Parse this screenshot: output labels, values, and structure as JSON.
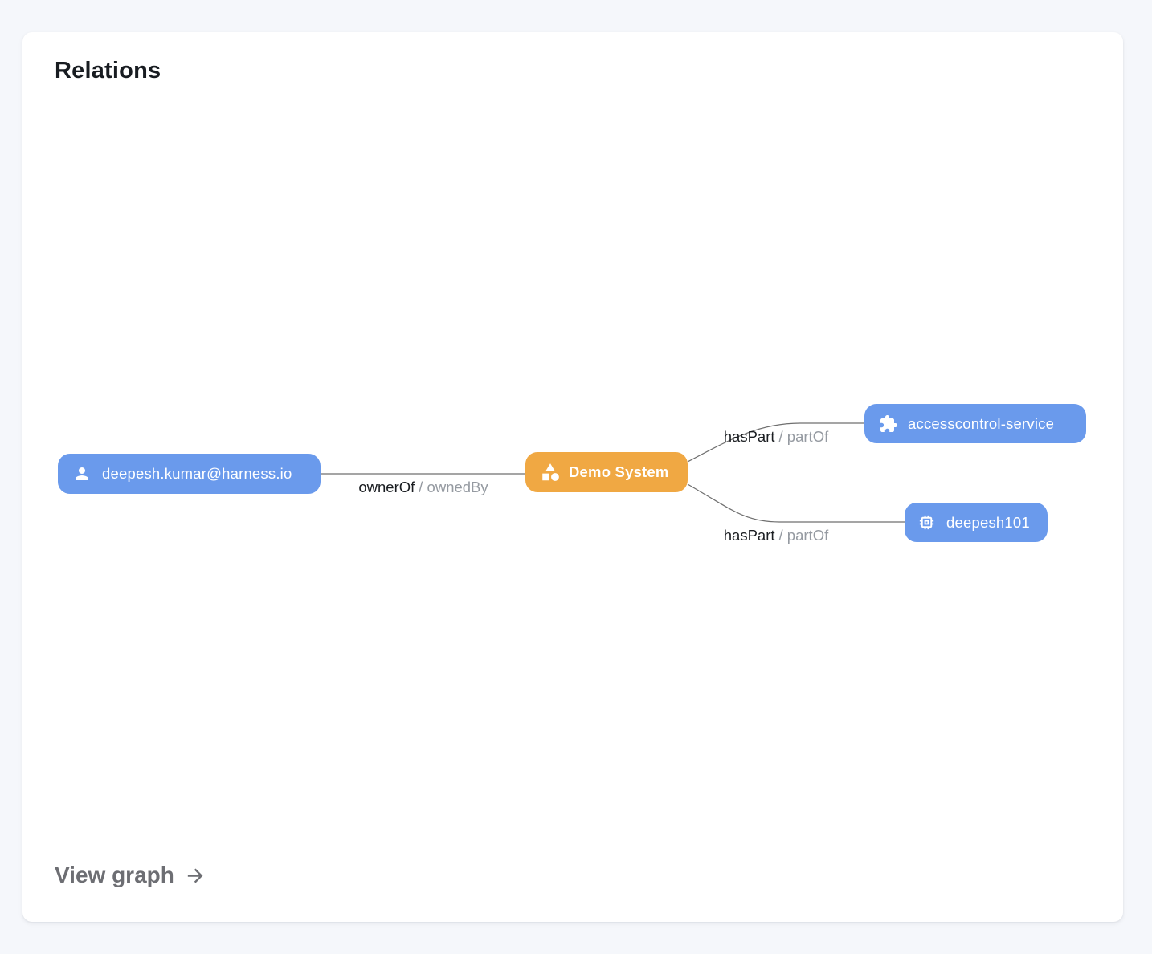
{
  "page": {
    "background_color": "#f5f7fb"
  },
  "card": {
    "title": "Relations",
    "background_color": "#ffffff",
    "footer": {
      "view_graph_label": "View graph"
    }
  },
  "graph": {
    "nodes": [
      {
        "id": "user",
        "label": "deepesh.kumar@harness.io",
        "icon": "person-icon",
        "color": "#6A9AEC",
        "text_color": "#FFFFFF"
      },
      {
        "id": "demo-system",
        "label": "Demo System",
        "icon": "category-shapes-icon",
        "color": "#F0A843",
        "text_color": "#FFFFFF"
      },
      {
        "id": "accesscontrol-service",
        "label": "accesscontrol-service",
        "icon": "puzzle-piece-icon",
        "color": "#6A9AEC",
        "text_color": "#FFFFFF"
      },
      {
        "id": "deepesh101",
        "label": "deepesh101",
        "icon": "chip-icon",
        "color": "#6A9AEC",
        "text_color": "#FFFFFF"
      }
    ],
    "edges": [
      {
        "from": "deepesh.kumar@harness.io",
        "to": "Demo System",
        "label_primary": "ownerOf",
        "label_secondary": "/ ownedBy"
      },
      {
        "from": "Demo System",
        "to": "accesscontrol-service",
        "label_primary": "hasPart",
        "label_secondary": "/ partOf"
      },
      {
        "from": "Demo System",
        "to": "deepesh101",
        "label_primary": "hasPart",
        "label_secondary": "/ partOf"
      }
    ],
    "edge_color": "#6f6f6f",
    "label_primary_color": "#1a1d21",
    "label_secondary_color": "#959aa1"
  }
}
